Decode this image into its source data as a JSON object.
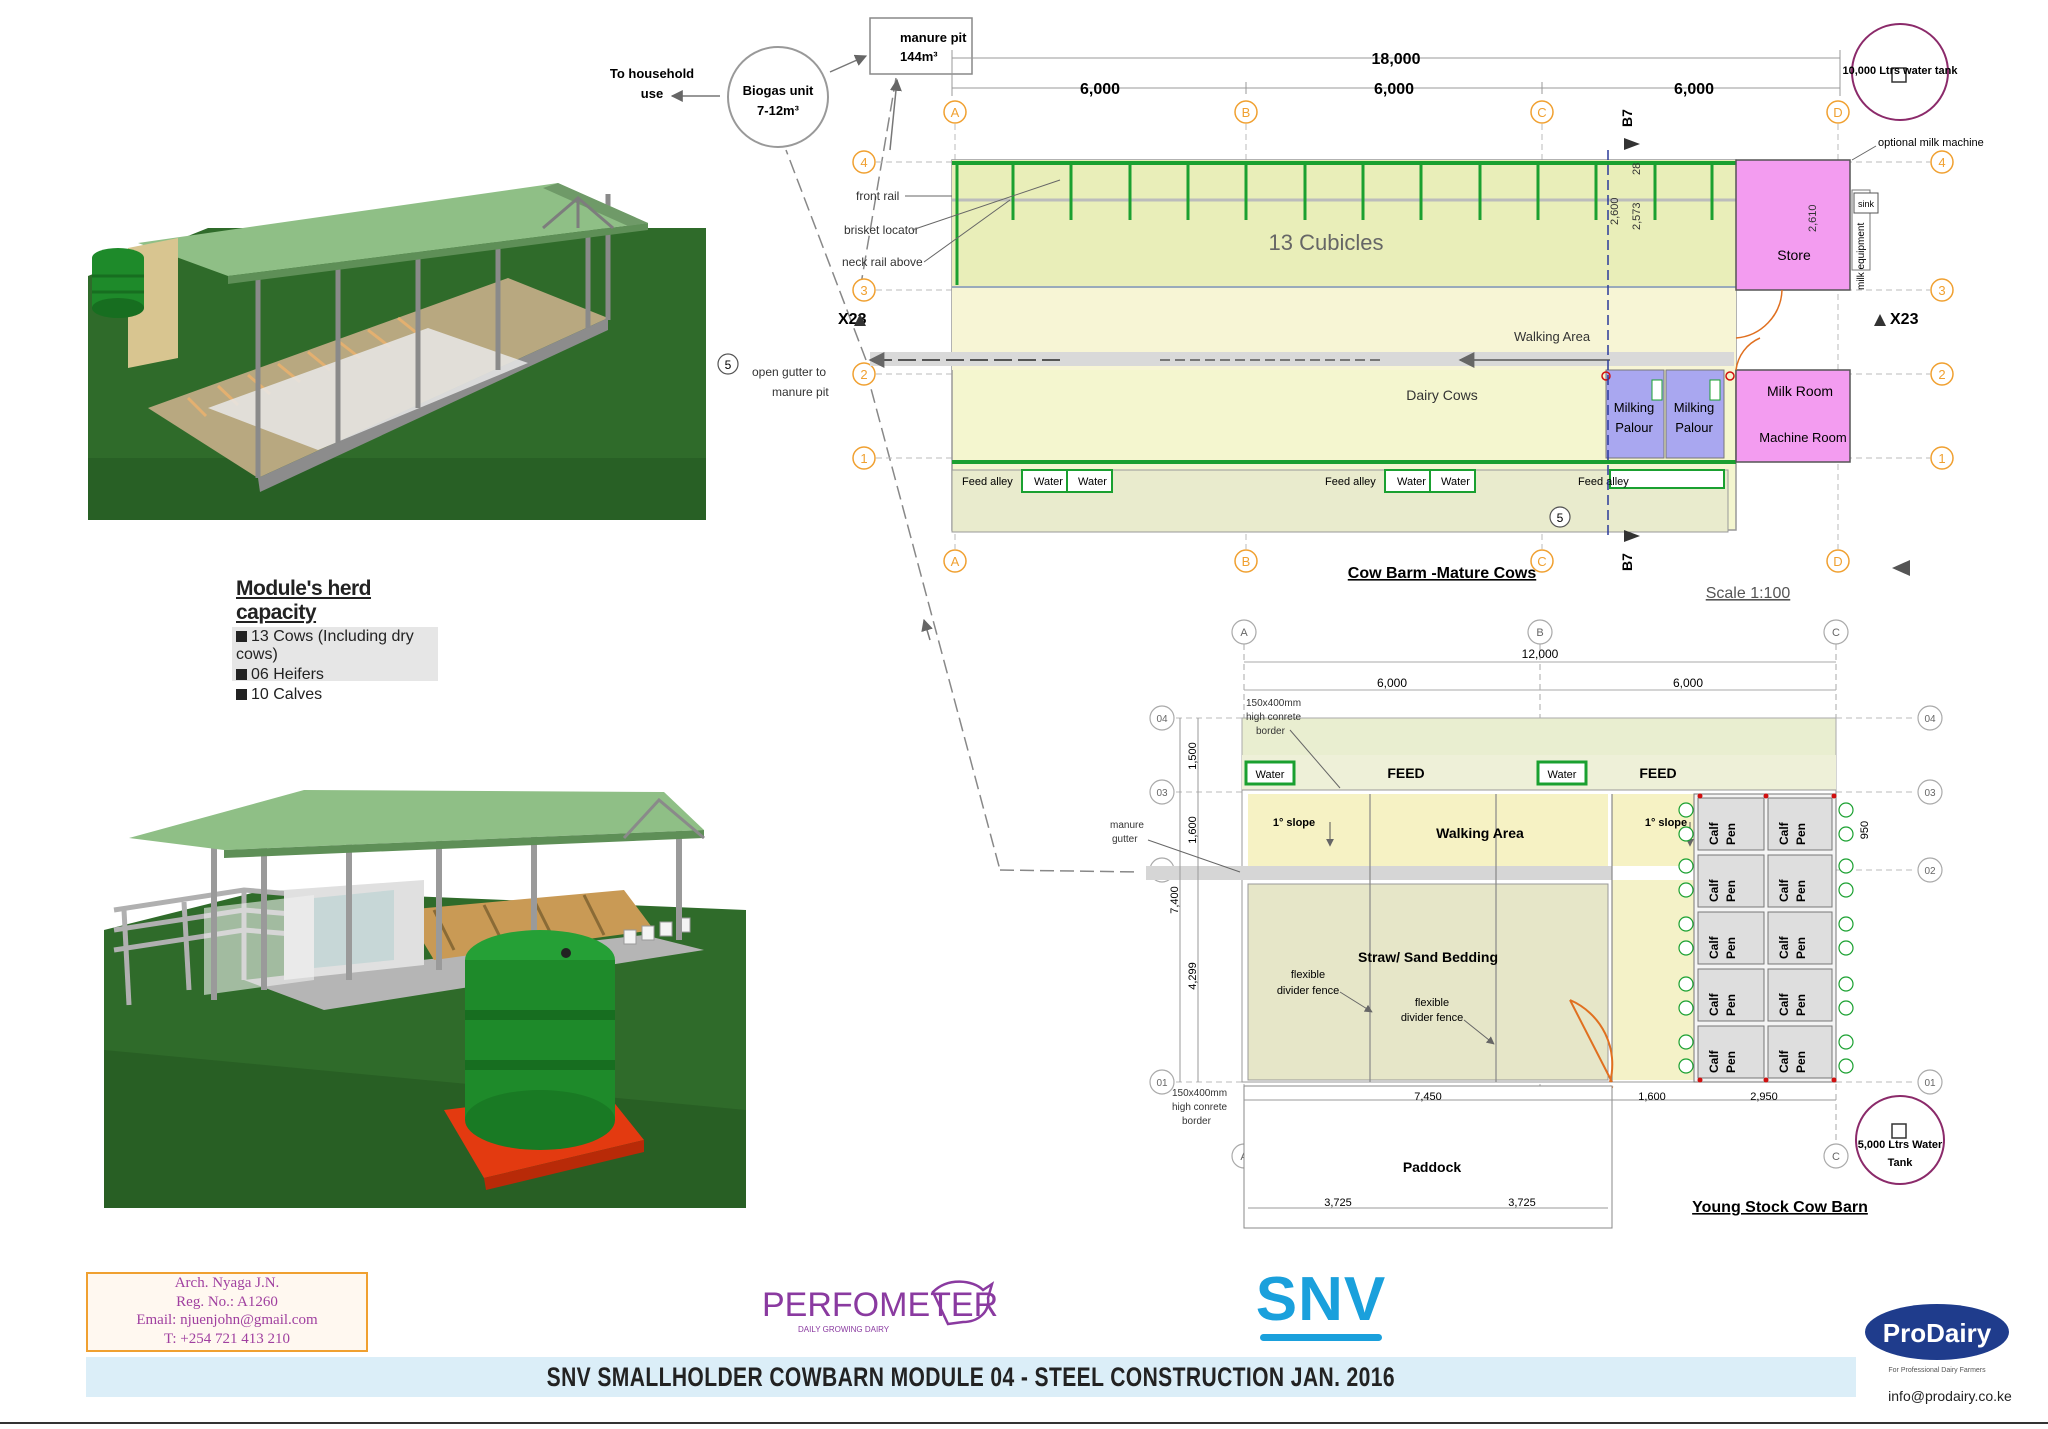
{
  "header": {
    "household": [
      "To household",
      "use"
    ],
    "biogas": [
      "Biogas unit",
      "7-12m³"
    ],
    "manure_pit": [
      "manure pit",
      "144m³"
    ],
    "water_tank_large": "10,000 Ltrs water tank"
  },
  "cow_barn": {
    "title": "Cow Barm -Mature Cows",
    "scale": "Scale 1:100",
    "overall_dim": "18,000",
    "bay_dims": [
      "6,000",
      "6,000",
      "6,000"
    ],
    "grid_cols": [
      "A",
      "B",
      "C",
      "D"
    ],
    "grid_rows": [
      "4",
      "3",
      "2",
      "1"
    ],
    "section_mark": "X23",
    "section_mark_b": "B7",
    "callout_5": "5",
    "cubicles": "13 Cubicles",
    "walking_area": "Walking Area",
    "dairy_cows": "Dairy Cows",
    "milking_palour": [
      "Milking",
      "Palour"
    ],
    "store": "Store",
    "milk_room": "Milk Room",
    "machine_room": "Machine Room",
    "feed_alley": "Feed alley",
    "water": "Water",
    "labels": {
      "front_rail": "front rail",
      "brisket": "brisket locator",
      "neck_rail": "neck rail above",
      "gutter": [
        "open gutter to",
        "manure pit"
      ],
      "optional_milk": "optional milk machine",
      "sink": "sink",
      "milk_equipment": "milk equipment",
      "dim_2600": "2,600",
      "dim_2573": "2,573",
      "dim_28": "28",
      "dim_2610": "2,610"
    }
  },
  "herd": {
    "title": "Module's herd capacity",
    "items": [
      "13 Cows (Including dry cows)",
      "06 Heifers",
      "10 Calves"
    ]
  },
  "young_barn": {
    "title": "Young Stock Cow Barn",
    "overall_dim": "12,000",
    "bay_dims": [
      "6,000",
      "6,000"
    ],
    "grid_cols": [
      "A",
      "B",
      "C"
    ],
    "grid_rows": [
      "04",
      "03",
      "02",
      "01"
    ],
    "feed": "FEED",
    "water": "Water",
    "walking_area": "Walking Area",
    "slope": "1° slope",
    "bedding": "Straw/ Sand Bedding",
    "flex_divider": [
      "flexible",
      "divider fence"
    ],
    "calf_pen": [
      "Calf",
      "Pen"
    ],
    "paddock": "Paddock",
    "manure_gutter": [
      "manure",
      "gutter"
    ],
    "border_note": [
      "150x400mm",
      "high conrete",
      "border"
    ],
    "dims": {
      "left_total": "7,400",
      "left_1500": "1,500",
      "left_1600": "1,600",
      "left_4299": "4,299",
      "bottom_7450": "7,450",
      "bottom_1600": "1,600",
      "bottom_2950": "2,950",
      "paddock_a": "3,725",
      "paddock_b": "3,725",
      "right_950": "950"
    },
    "water_tank_small": [
      "5,000 Ltrs Water",
      "Tank"
    ]
  },
  "footer": {
    "arch": [
      "Arch. Nyaga J.N.",
      "Reg. No.: A1260",
      "Email:  njuenjohn@gmail.com",
      "T: +254 721 413 210"
    ],
    "title": "SNV   SMALLHOLDER   COWBARN   MODULE 04 - STEEL CONSTRUCTION   JAN.   2016",
    "snv": "SNV",
    "perfometer": "PERFOMETER",
    "perfometer_tag": "DAILY GROWING DAIRY",
    "prodairy": "ProDairy",
    "prodairy_tag": "For Professional Dairy Farmers",
    "email": "info@prodairy.co.ke"
  },
  "colors": {
    "roof": "#7fb07a",
    "grass": "#2f6b2a",
    "tank": "#1e8a2a",
    "cubicle_fill": "#eef2c0",
    "palour": "#a9a7f0",
    "store": "#f39cf0",
    "feed": "#e9eed0",
    "steel_green": "#1aa030",
    "orange": "#f0a030"
  }
}
